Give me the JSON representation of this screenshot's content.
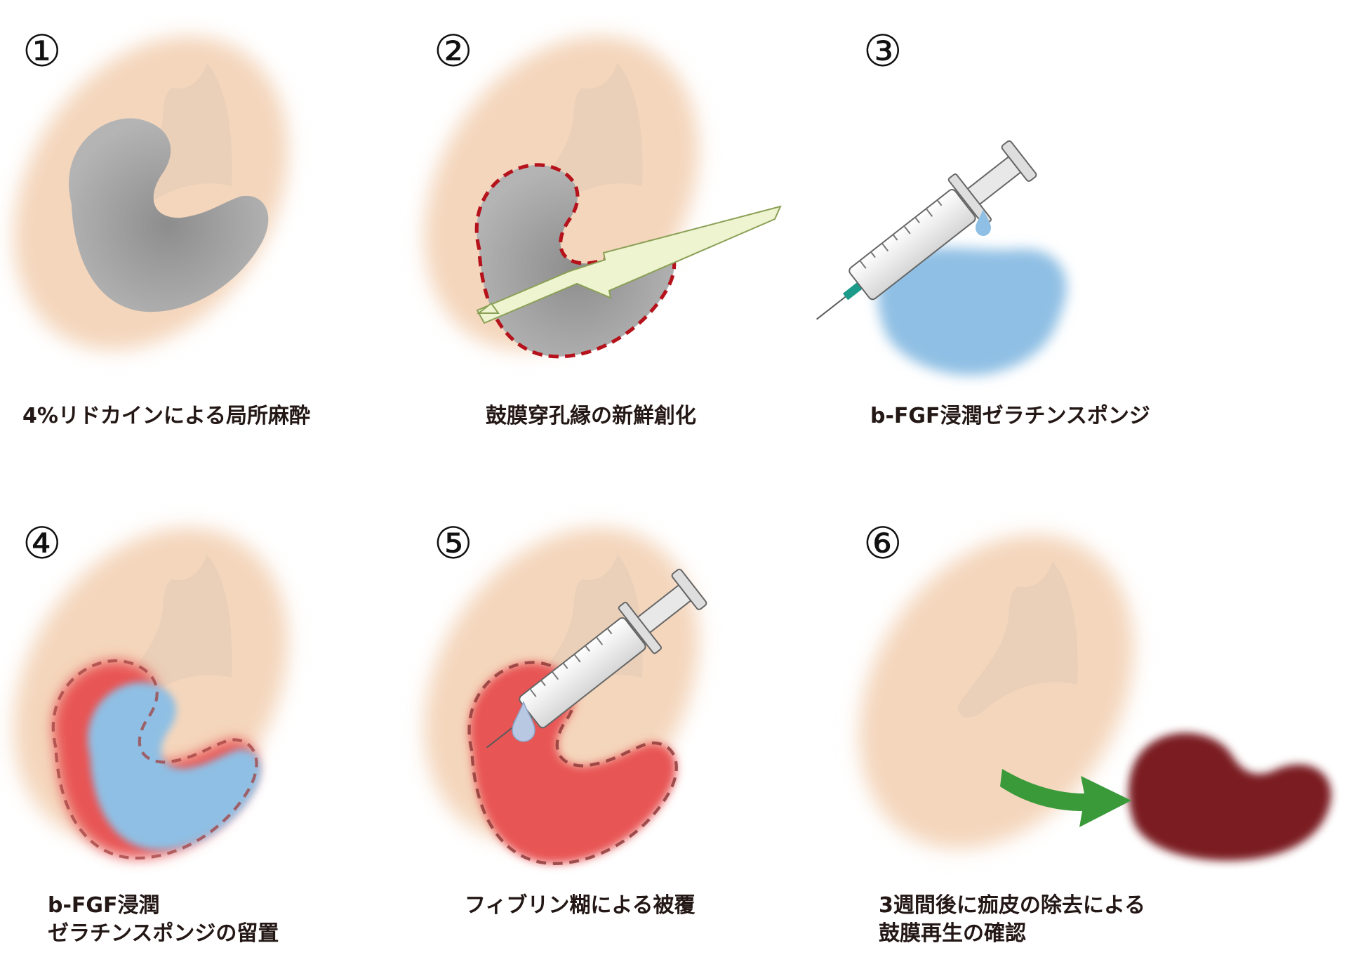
{
  "steps": [
    {
      "number": "①",
      "caption": [
        "4%リドカインによる局所麻酔"
      ]
    },
    {
      "number": "②",
      "caption": [
        "鼓膜穿孔縁の新鮮創化"
      ]
    },
    {
      "number": "③",
      "caption": [
        "b-FGF浸潤ゼラチンスポンジ"
      ]
    },
    {
      "number": "④",
      "caption": [
        "b-FGF浸潤",
        "ゼラチンスポンジの留置"
      ]
    },
    {
      "number": "⑤",
      "caption": [
        "フィブリン糊による被覆"
      ]
    },
    {
      "number": "⑥",
      "caption": [
        "3週間後に痂皮の除去による",
        "鼓膜再生の確認"
      ]
    }
  ],
  "colors": {
    "eardrum": "#f5d9c0",
    "malleus": "#ead0b8",
    "perforation": "#9c9c9c",
    "cut_line": "#b5121b",
    "instrument": "#eef3d0",
    "instrument_edge": "#8aa055",
    "sponge": "#8fbfe4",
    "fibrin": "#e85555",
    "crust": "#7a1a22",
    "arrow": "#3a9a3a",
    "needle_hub": "#1c9a8a"
  }
}
